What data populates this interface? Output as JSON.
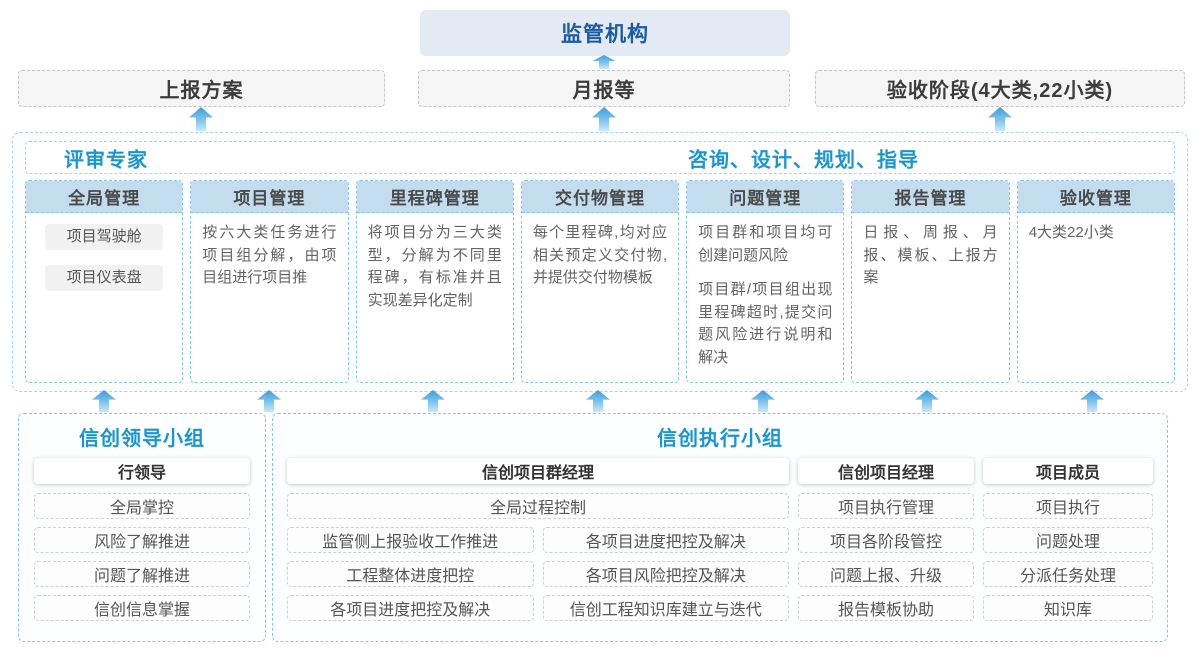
{
  "palette": {
    "accent_blue": "#1996d2",
    "dark_blue": "#1b5ba4",
    "arrow_blue": "#3d9cda",
    "dashed_blue_border": "#86c6e9",
    "column_header_bg": "#c3ddee",
    "regulator_bg": "#e3eaf4",
    "channel_bg": "#f5f5f6"
  },
  "top": {
    "org_label": "监管机构"
  },
  "channels": [
    {
      "label": "上报方案"
    },
    {
      "label": "月报等"
    },
    {
      "label": "验收阶段(4大类,22小类)"
    }
  ],
  "platform": {
    "experts_label": "评审专家",
    "consult_label": "咨询、设计、规划、指导",
    "columns": [
      {
        "header": "全局管理",
        "chips": [
          "项目驾驶舱",
          "项目仪表盘"
        ]
      },
      {
        "header": "项目管理",
        "paragraphs": [
          "按六大类任务进行项目组分解，由项目组进行项目推"
        ]
      },
      {
        "header": "里程碑管理",
        "paragraphs": [
          "将项目分为三大类型，分解为不同里程碑，有标准并且实现差异化定制"
        ]
      },
      {
        "header": "交付物管理",
        "paragraphs": [
          "每个里程碑,均对应相关预定义交付物,并提供交付物模板"
        ]
      },
      {
        "header": "问题管理",
        "paragraphs": [
          "项目群和项目均可创建问题风险",
          "项目群/项目组出现里程碑超时,提交问题风险进行说明和解决"
        ]
      },
      {
        "header": "报告管理",
        "paragraphs": [
          "日报、周报、月报、模板、上报方案"
        ]
      },
      {
        "header": "验收管理",
        "paragraphs": [
          "4大类22小类"
        ]
      }
    ]
  },
  "leader_group": {
    "title": "信创领导小组",
    "role": "行领导",
    "items": [
      "全局掌控",
      "风险了解推进",
      "问题了解推进",
      "信创信息掌握"
    ]
  },
  "exec_group": {
    "title": "信创执行小组",
    "pm_group": {
      "role": "信创项目群经理",
      "full_item": "全局过程控制",
      "left_items": [
        "监管侧上报验收工作推进",
        "工程整体进度把控",
        "各项目进度把控及解决"
      ],
      "right_items": [
        "各项目进度把控及解决",
        "各项目风险把控及解决",
        "信创工程知识库建立与迭代"
      ]
    },
    "pm": {
      "role": "信创项目经理",
      "items": [
        "项目执行管理",
        "项目各阶段管控",
        "问题上报、升级",
        "报告模板协助"
      ]
    },
    "member": {
      "role": "项目成员",
      "items": [
        "项目执行",
        "问题处理",
        "分派任务处理",
        "知识库"
      ]
    }
  }
}
